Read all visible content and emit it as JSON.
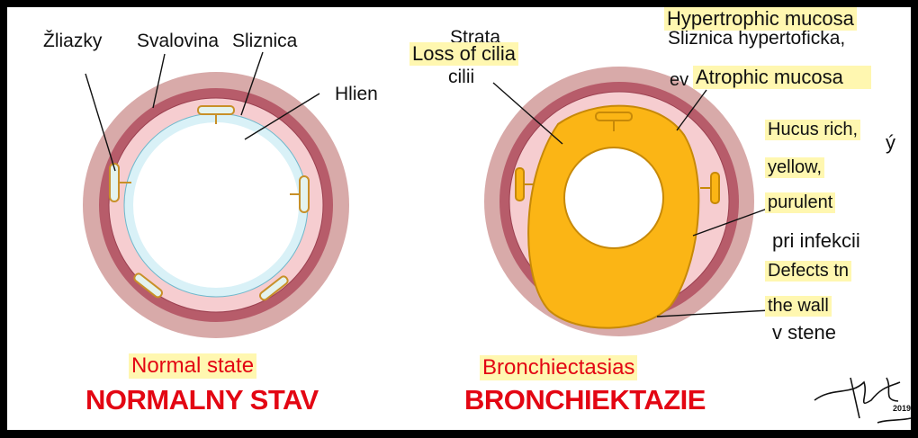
{
  "left_diagram": {
    "labels": {
      "glands": "Žliazky",
      "muscle": "Svalovina",
      "mucosa": "Sliznica",
      "mucus": "Hlien"
    },
    "caption_en": "Normal state",
    "caption_sk": "NORMALNY STAV"
  },
  "right_diagram": {
    "labels": {
      "hypertrophic_mucosa": "Hypertrophic mucosa",
      "loss_of_cilia": "Loss of cilia",
      "atrophic_mucosa": "Atrophic mucosa",
      "mucus_line1": "Hucus  rich,",
      "mucus_line2": "yellow,",
      "mucus_line3": "purulent",
      "mucus_sk_tail": "pri infekcii",
      "defects_line1": "Defects tn",
      "defects_line2": "the wall",
      "defects_sk_tail": "v stene",
      "partial_sk_top": "Sliznica hypertoficka,",
      "partial_sk_mid": "ev",
      "partial_sk_cilia1": "Strata",
      "partial_sk_cilia2": "cilii",
      "partial_sk_y": "ý"
    },
    "caption_en": "Bronchiectasias",
    "caption_sk": "BRONCHIEKTAZIE"
  },
  "signature": {
    "year": "2019"
  },
  "colors": {
    "outer_ring": "#d8aaa9",
    "muscle_ring": "#b75c6a",
    "mucosa": "#f6cdd0",
    "mucus_normal": "#d9f1f7",
    "mucus_pus": "#fbb515",
    "caption_red": "#e30613",
    "highlight": "#fff7b0"
  }
}
